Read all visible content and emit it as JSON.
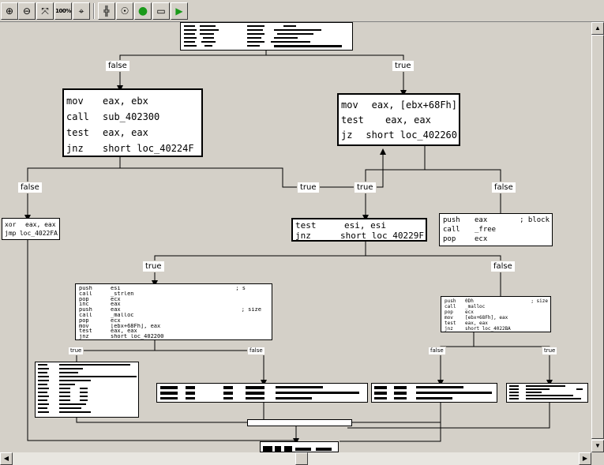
{
  "toolbar": {
    "buttons": [
      {
        "name": "zoom-in-button",
        "icon": "zoom-in-icon",
        "glyph": "⊕"
      },
      {
        "name": "zoom-out-button",
        "icon": "zoom-out-icon",
        "glyph": "⊖"
      },
      {
        "name": "fit-window-button",
        "icon": "fit-window-icon",
        "glyph": "⤧"
      },
      {
        "name": "zoom-100-button",
        "icon": "zoom-100-icon",
        "glyph": "100%"
      },
      {
        "name": "center-button",
        "icon": "crosshair-icon",
        "glyph": "⌖"
      },
      {
        "name": "layout-button",
        "icon": "layout-icon",
        "glyph": "╬"
      },
      {
        "name": "user-xrefs-button",
        "icon": "xref-icon",
        "glyph": "☉"
      },
      {
        "name": "go-button",
        "icon": "green-globe-icon",
        "glyph": "●"
      },
      {
        "name": "print-button",
        "icon": "print-icon",
        "glyph": "▭"
      },
      {
        "name": "graph-overview-button",
        "icon": "green-arrow-icon",
        "glyph": "▶"
      }
    ]
  },
  "nodes": {
    "main": {
      "lines": [
        {
          "mn": "mov",
          "op": "eax, ebx",
          "cm": ""
        },
        {
          "mn": "call",
          "op": "sub_402300",
          "cm": ""
        },
        {
          "mn": "test",
          "op": "eax, eax",
          "cm": ""
        },
        {
          "mn": "jnz",
          "op": "short loc_40224F",
          "cm": ""
        }
      ]
    },
    "right": {
      "lines": [
        {
          "mn": "mov",
          "op": "eax, [ebx+68Fh]",
          "cm": ""
        },
        {
          "mn": "test",
          "op": "eax, eax",
          "cm": ""
        },
        {
          "mn": "jz",
          "op": "short loc_402260",
          "cm": ""
        }
      ]
    },
    "xor": {
      "lines": [
        {
          "mn": "xor",
          "op": "eax, eax",
          "cm": ""
        },
        {
          "mn": "jmp",
          "op": "loc_4022FA",
          "cm": ""
        }
      ]
    },
    "test_esi": {
      "lines": [
        {
          "mn": "test",
          "op": "esi, esi",
          "cm": ""
        },
        {
          "mn": "jnz",
          "op": "short loc_40229F",
          "cm": ""
        }
      ]
    },
    "push_eax": {
      "lines": [
        {
          "mn": "push",
          "op": "eax",
          "cm": "; block"
        },
        {
          "mn": "call",
          "op": "_free",
          "cm": ""
        },
        {
          "mn": "pop",
          "op": "ecx",
          "cm": ""
        }
      ]
    },
    "strlen": {
      "lines": [
        {
          "mn": "push",
          "op": "esi",
          "cm": "; s"
        },
        {
          "mn": "call",
          "op": "_strlen",
          "cm": ""
        },
        {
          "mn": "pop",
          "op": "ecx",
          "cm": ""
        },
        {
          "mn": "inc",
          "op": "eax",
          "cm": ""
        },
        {
          "mn": "push",
          "op": "eax",
          "cm": "; size"
        },
        {
          "mn": "call",
          "op": "_malloc",
          "cm": ""
        },
        {
          "mn": "pop",
          "op": "ecx",
          "cm": ""
        },
        {
          "mn": "mov",
          "op": "[ebx+68Fh], eax",
          "cm": ""
        },
        {
          "mn": "test",
          "op": "eax, eax",
          "cm": ""
        },
        {
          "mn": "jnz",
          "op": "short loc_402200",
          "cm": ""
        }
      ]
    },
    "malloc_r": {
      "lines": [
        {
          "mn": "push",
          "op": "0Dh",
          "cm": "; size"
        },
        {
          "mn": "call",
          "op": "_malloc",
          "cm": ""
        },
        {
          "mn": "pop",
          "op": "ecx",
          "cm": ""
        },
        {
          "mn": "mov",
          "op": "[ebx+68Fh], eax",
          "cm": ""
        },
        {
          "mn": "test",
          "op": "eax, eax",
          "cm": ""
        },
        {
          "mn": "jnz",
          "op": "short loc_4022BA",
          "cm": ""
        }
      ]
    }
  },
  "labels": {
    "false": "false",
    "true": "true"
  }
}
